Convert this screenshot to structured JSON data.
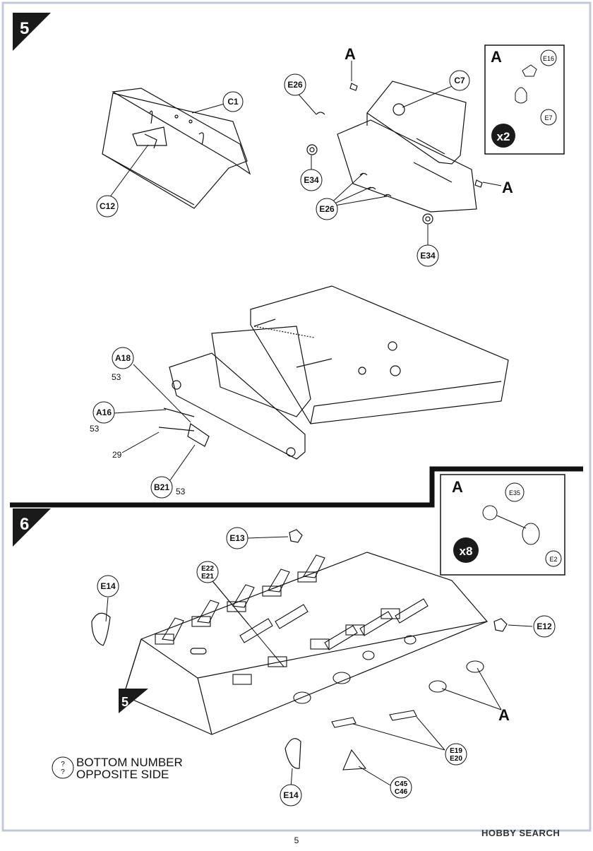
{
  "page": {
    "number": "5",
    "watermark": "HOBBY SEARCH"
  },
  "step5": {
    "number": "5",
    "inset": {
      "letter": "A",
      "multiplier": "x2",
      "parts": [
        "E16",
        "E7"
      ]
    },
    "callouts": {
      "c1": "C1",
      "c12": "C12",
      "e26_top": "E26",
      "e26_multi": "E26",
      "c7": "C7",
      "e34_a": "E34",
      "e34_b": "E34",
      "a_top": "A",
      "a_right": "A",
      "a18": "A18",
      "a18_sub": "53",
      "a16": "A16",
      "a16_sub": "53",
      "p29": "29",
      "b21": "B21",
      "b21_sub": "53"
    }
  },
  "step6": {
    "number": "6",
    "inset": {
      "letter": "A",
      "multiplier": "x8",
      "parts": [
        "E35",
        "E2"
      ]
    },
    "callouts": {
      "e13": "E13",
      "e22": "E22",
      "e21": "E21",
      "e14_top": "E14",
      "e12": "E12",
      "a_label": "A",
      "e19": "E19",
      "e20": "E20",
      "c45": "C45",
      "c46": "C46",
      "e14_bottom": "E14",
      "ref5": "5"
    },
    "note": {
      "symbol": "?",
      "line1": "BOTTOM NUMBER",
      "line2": "OPPOSITE SIDE"
    }
  },
  "colors": {
    "ink": "#111111",
    "frame": "#bfc8dc",
    "bg": "#ffffff"
  }
}
